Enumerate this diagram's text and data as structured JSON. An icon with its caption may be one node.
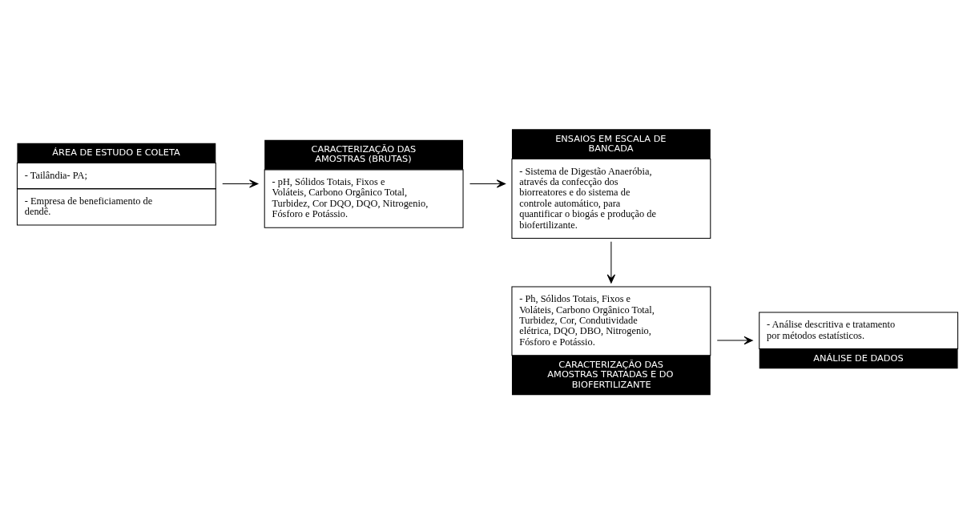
{
  "diagram": {
    "nodes": [
      {
        "text": [
          "ÁREA DE ESTUDO E COLETA",
          "- Tailândia- PA;",
          "- Empresa de beneficiamento de dendê."
        ]
      },
      {
        "text": [
          "CARACTERIZAÇÃO DAS AMOSTRAS (BRUTAS)",
          "- pH, Sólidos Totais, Fixos e Voláteis, Carbono Orgânico Total, Turbidez, Cor DQO, DQO, Nitrogenio, Fósforo e Potássio."
        ]
      },
      {
        "text": [
          "ENSAIOS EM ESCALA DE BANCADA",
          "- Sistema de Digestão Anaeróbia, através da confecção dos biorreatores e do sistema de controle automático, para quantificar o biogás e produção de biofertilizante."
        ]
      },
      {
        "text": [
          "- Ph, Sólidos Totais, Fixos e Voláteis, Carbono Orgânico Total, Turbidez, Cor, Condutividade elétrica, DQO, DBO, Nitrogenio, Fósforo e Potássio.",
          "CARACTERIZAÇÃO DAS AMOSTRAS TRATADAS E DO BIOFERTILIZANTE"
        ]
      },
      {
        "text": [
          "- Análise descritiva e tratamento por métodos estatísticos.",
          "ANÁLISE DE DADOS"
        ]
      }
    ],
    "edges": [
      {
        "from": 0,
        "to": 1,
        "arrow": "to"
      },
      {
        "from": 1,
        "to": 2,
        "arrow": "to"
      },
      {
        "from": 2,
        "to": 3,
        "arrow": "to"
      },
      {
        "from": 3,
        "to": 4,
        "arrow": "to"
      }
    ]
  }
}
